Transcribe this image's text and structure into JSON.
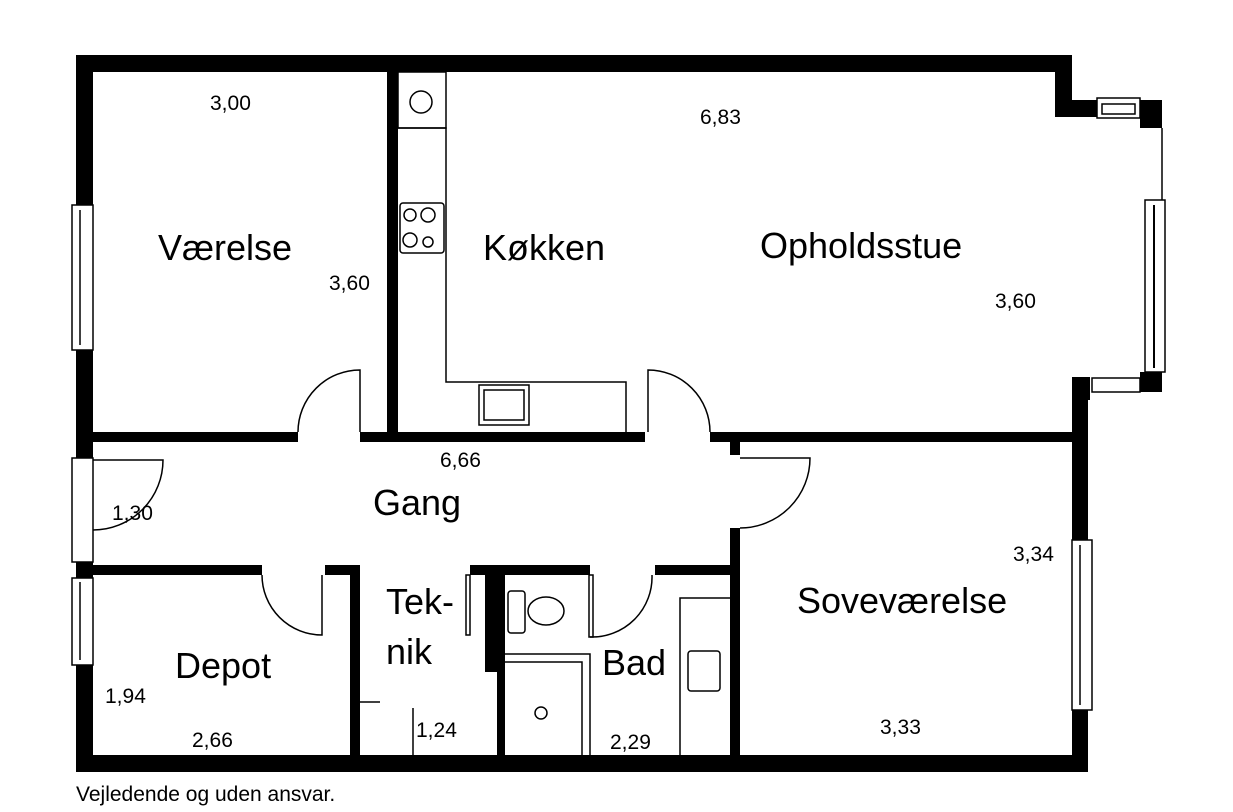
{
  "rooms": {
    "vaerelse": {
      "name": "Værelse",
      "width": "3,00",
      "depth": "3,60"
    },
    "kokken": {
      "name": "Køkken"
    },
    "opholdsstue": {
      "name": "Opholdsstue",
      "width": "6,83",
      "depth": "3,60"
    },
    "gang": {
      "name": "Gang",
      "width": "6,66",
      "closet": "1,30"
    },
    "depot": {
      "name": "Depot",
      "width": "2,66",
      "depth": "1,94"
    },
    "teknik": {
      "name_line1": "Tek-",
      "name_line2": "nik",
      "width": "1,24"
    },
    "bad": {
      "name": "Bad",
      "width": "2,29"
    },
    "sovevaerelse": {
      "name": "Soveværelse",
      "width": "3,33",
      "depth": "3,34"
    }
  },
  "disclaimer": "Vejledende og uden ansvar."
}
